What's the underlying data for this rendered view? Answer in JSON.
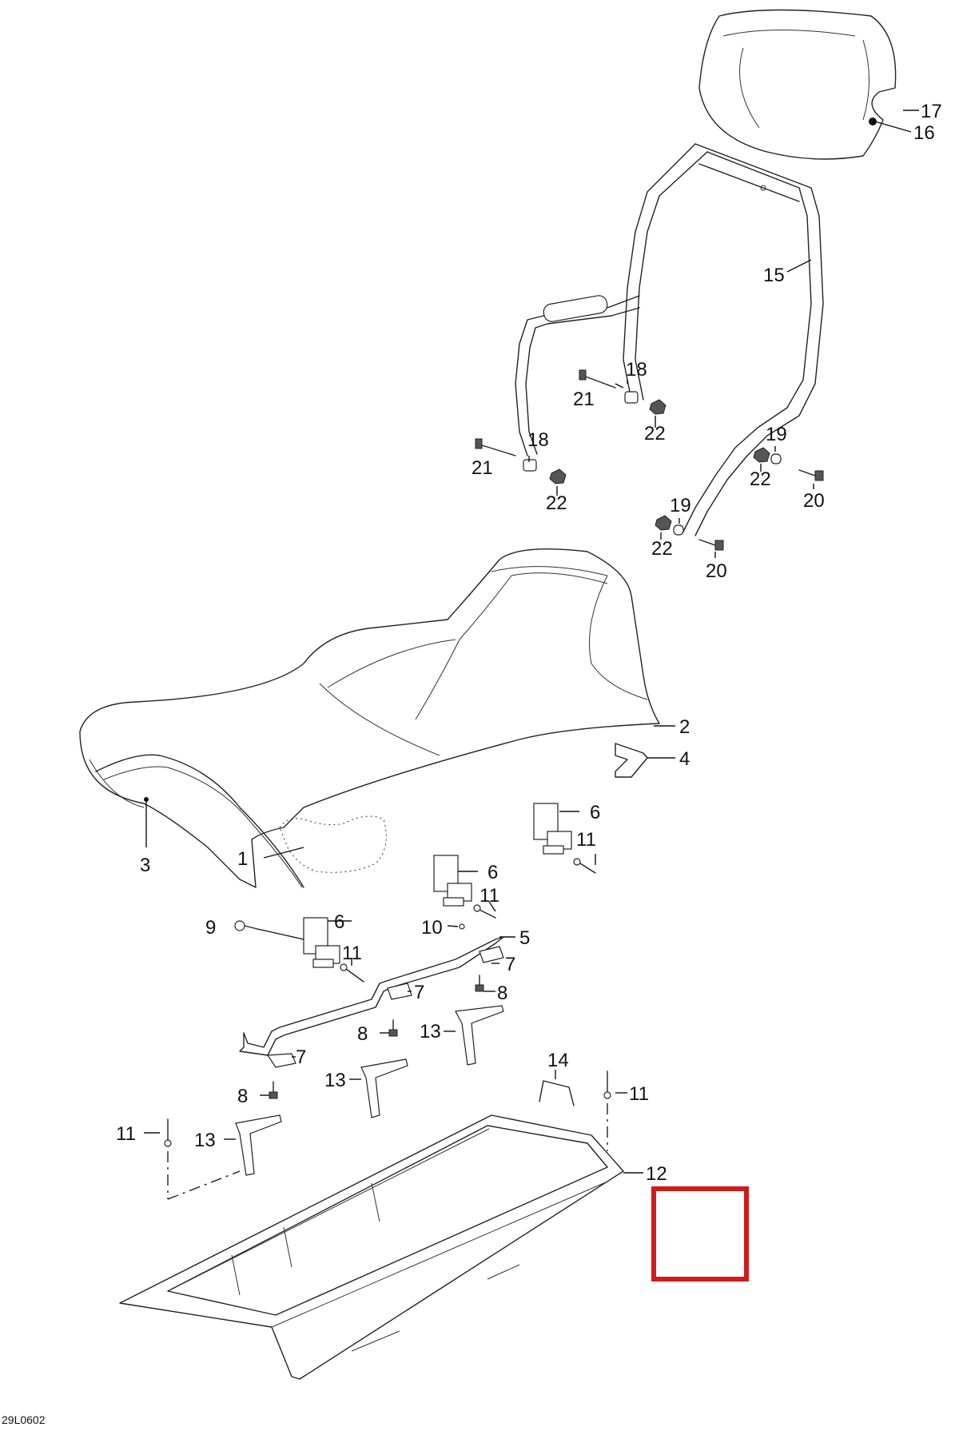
{
  "drawing_number": "29L0602",
  "callouts": {
    "c1": "1",
    "c2": "2",
    "c3": "3",
    "c4": "4",
    "c5": "5",
    "c6a": "6",
    "c6b": "6",
    "c6c": "6",
    "c7a": "7",
    "c7b": "7",
    "c7c": "7",
    "c8a": "8",
    "c8b": "8",
    "c8c": "8",
    "c9": "9",
    "c10": "10",
    "c11a": "11",
    "c11b": "11",
    "c11c": "11",
    "c11d": "11",
    "c11e": "11",
    "c12": "12",
    "c13a": "13",
    "c13b": "13",
    "c13c": "13",
    "c14": "14",
    "c15": "15",
    "c16": "16",
    "c17": "17",
    "c18a": "18",
    "c18b": "18",
    "c19a": "19",
    "c19b": "19",
    "c20a": "20",
    "c20b": "20",
    "c21a": "21",
    "c21b": "21",
    "c22a": "22",
    "c22b": "22",
    "c22c": "22",
    "c22d": "22"
  },
  "colors": {
    "highlight": "#d11a1a",
    "line": "#222222"
  }
}
